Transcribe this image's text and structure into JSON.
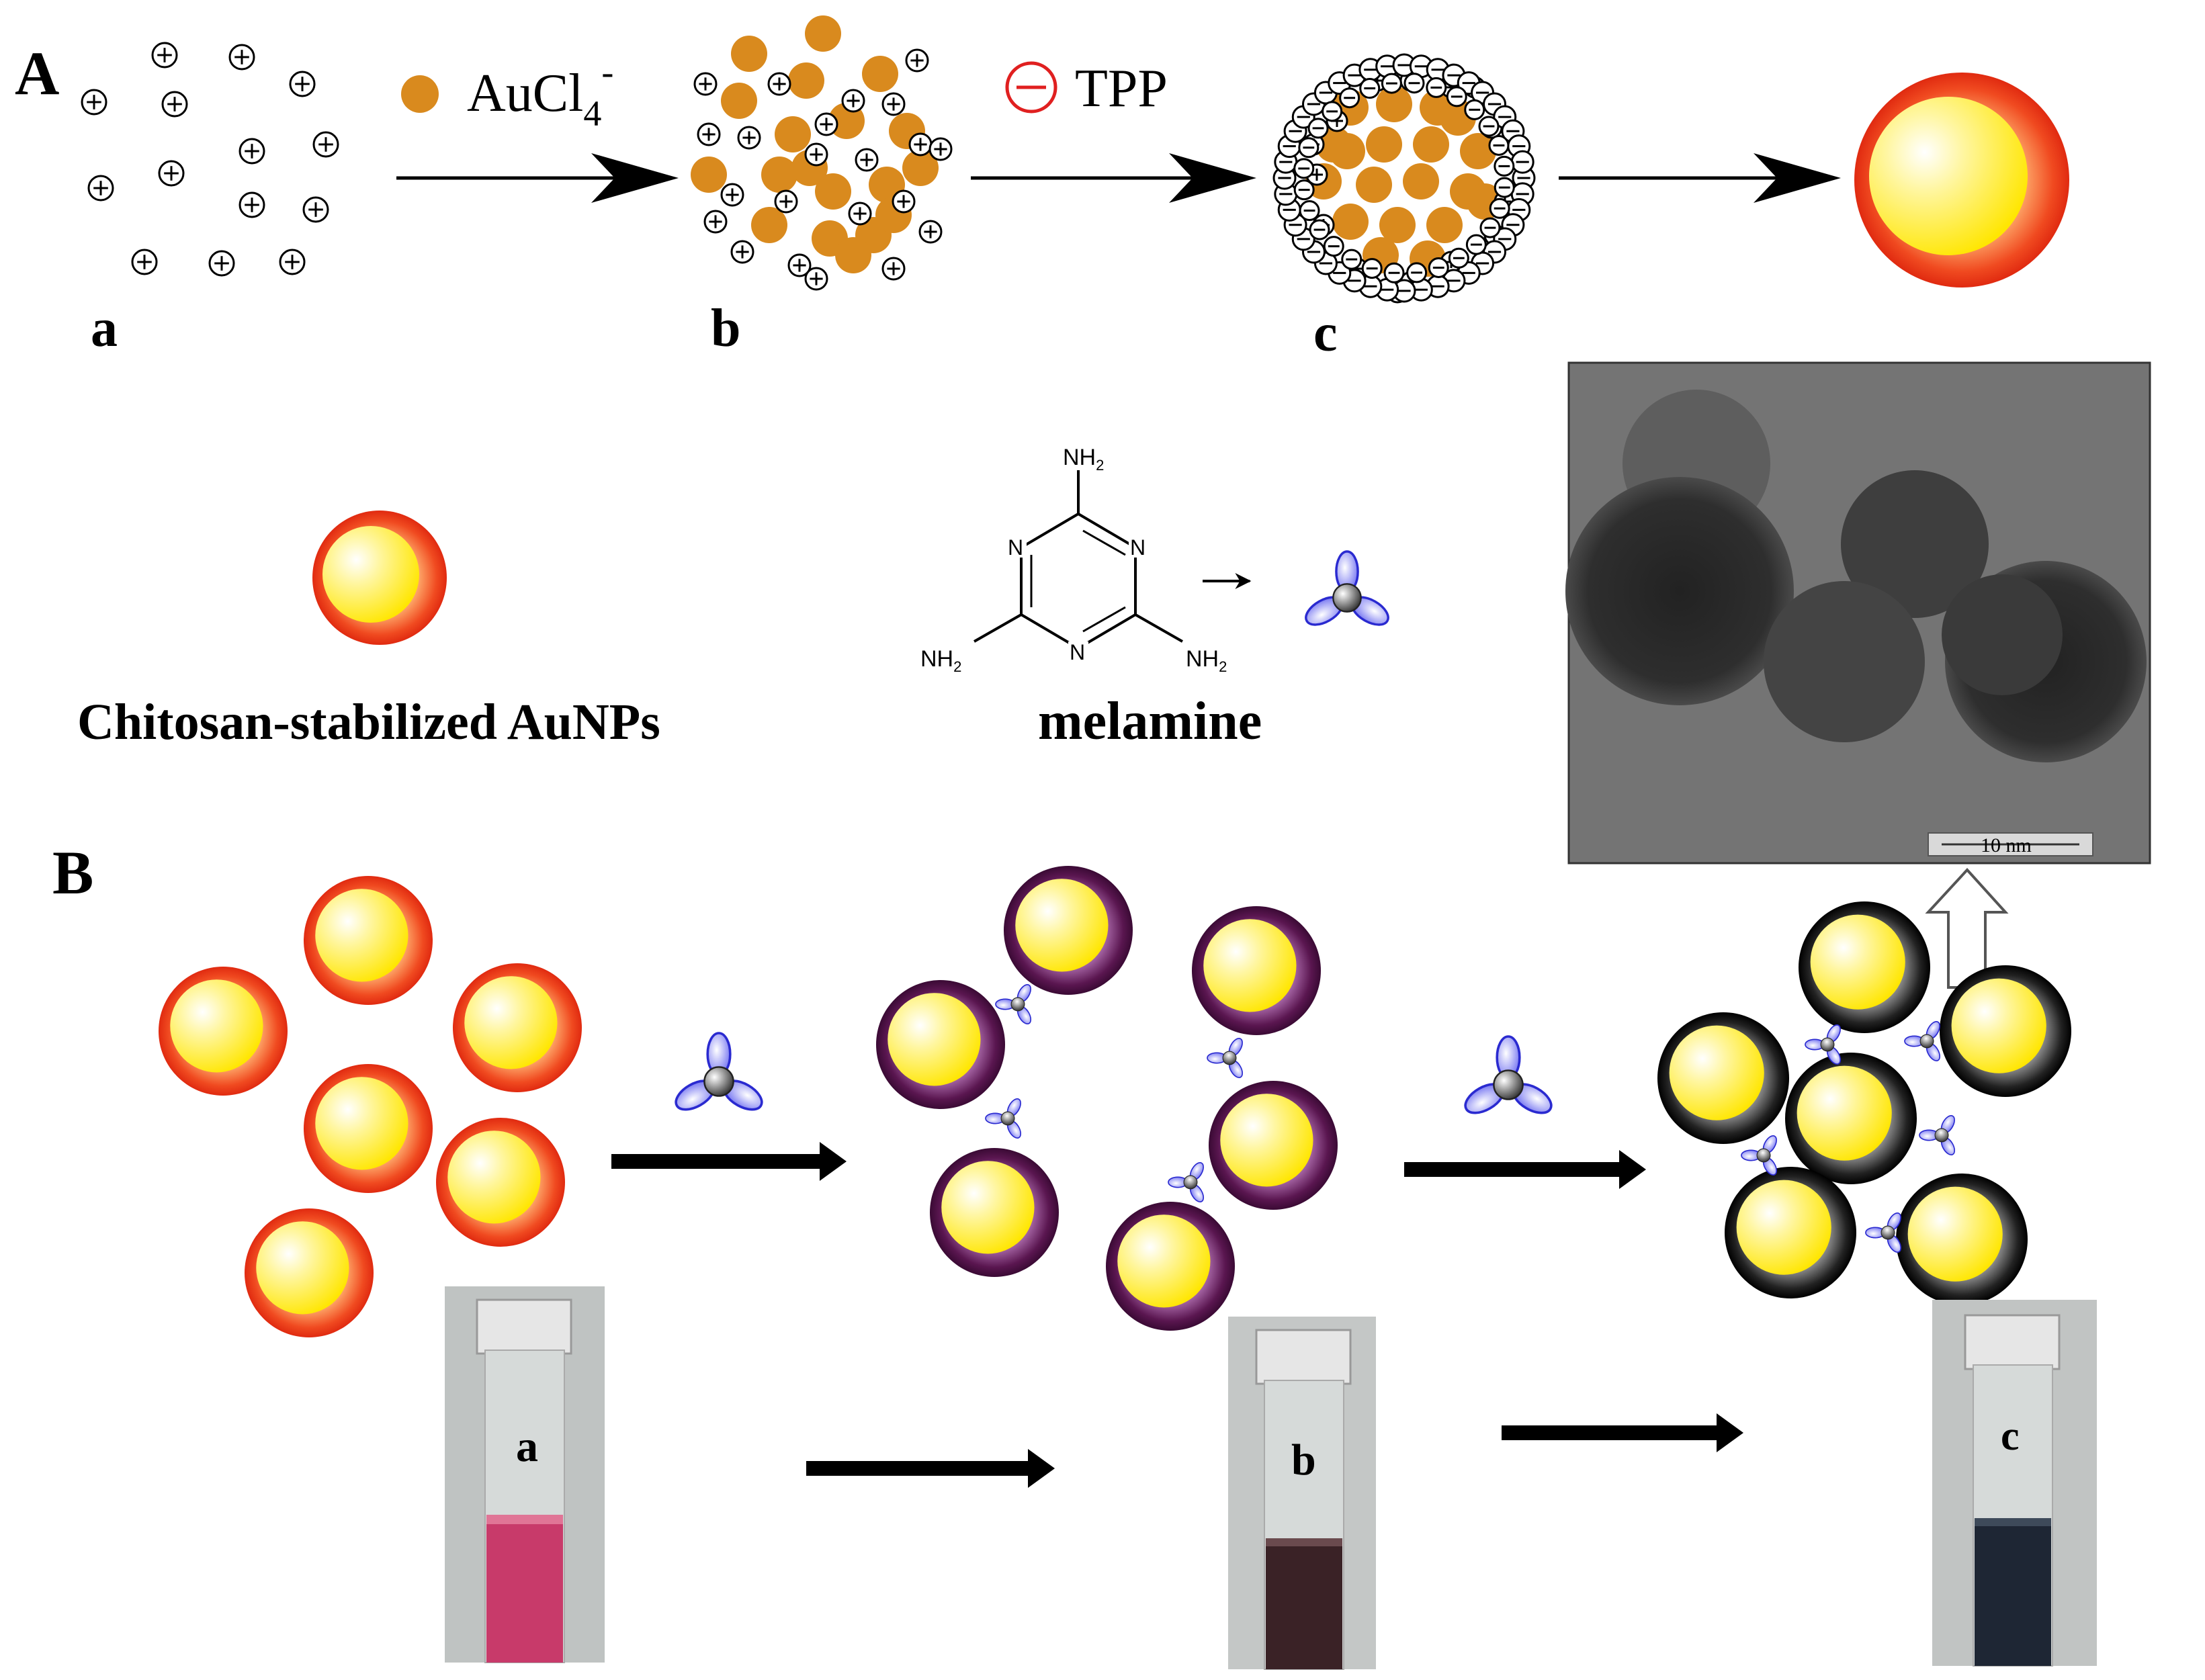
{
  "panel_a": {
    "label": "A",
    "legend_aucl4_base": "AuCl",
    "legend_aucl4_sub": "4",
    "legend_aucl4_sup": "-",
    "legend_tpp": "TPP",
    "step_labels": [
      "a",
      "b",
      "c"
    ]
  },
  "middle": {
    "aunp_caption": "Chitosan-stabilized AuNPs",
    "melamine_caption": "melamine",
    "melamine_nh2": "NH",
    "melamine_nh2_sub": "2",
    "ring_n": "N",
    "tem_scale_label": "10 nm"
  },
  "panel_b": {
    "label": "B",
    "tube_labels": [
      "a",
      "b",
      "c"
    ]
  },
  "colors": {
    "aucl4_orange": "#d98a1e",
    "tpp_red": "#e02020",
    "shell_red": "#e8351a",
    "shell_purple": "#5a1650",
    "shell_black": "#1a1a1a",
    "core_yellow": "#ffe600",
    "lobe_blue": "#4a50e0",
    "tem_gray": "#6f6f6f",
    "solution_pink": "#c83a6a",
    "solution_brown": "#3a2226",
    "solution_navy": "#1e2634"
  }
}
